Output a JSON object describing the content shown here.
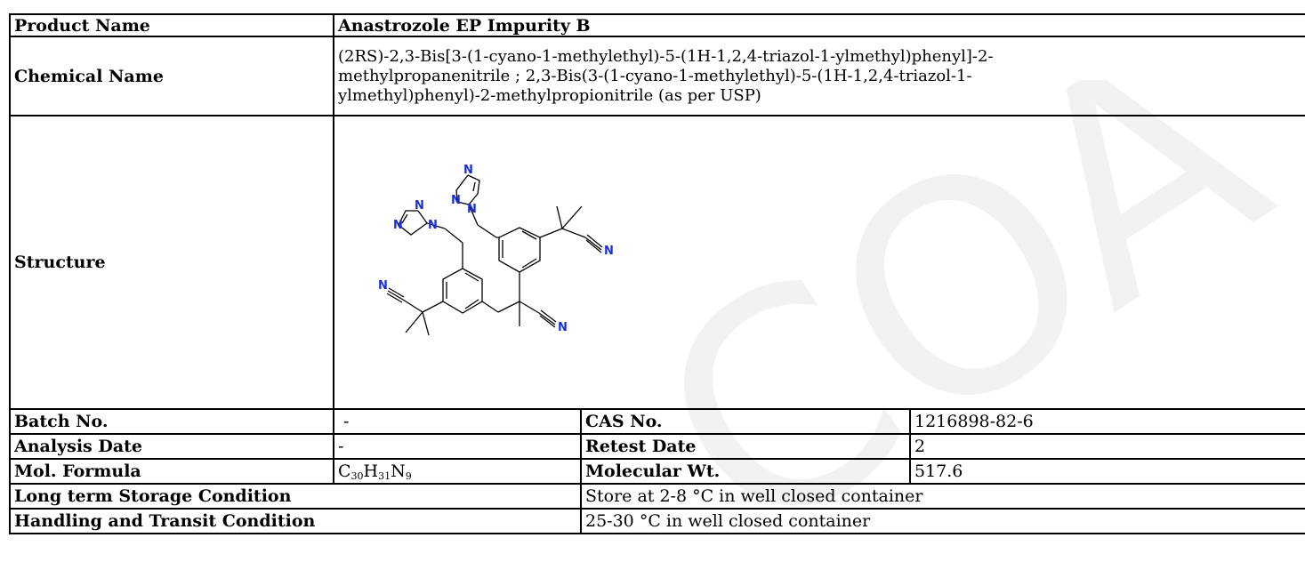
{
  "rows": {
    "product_name": {
      "label": "Product Name",
      "value": "Anastrozole EP Impurity B"
    },
    "chemical_name": {
      "label": "Chemical Name",
      "value": "(2RS)-2,3-Bis[3-(1-cyano-1-methylethyl)-5-(1H-1,2,4-triazol-1-ylmethyl)phenyl]-2-methylpropanenitrile ; 2,3-Bis(3-(1-cyano-1-methylethyl)-5-(1H-1,2,4-triazol-1-ylmethyl)phenyl)-2-methylpropionitrile (as per USP)"
    },
    "structure": {
      "label": "Structure",
      "atom_label": "N"
    },
    "batch_no": {
      "label": "Batch No.",
      "value": "-"
    },
    "cas_no": {
      "label": "CAS No.",
      "value": "1216898-82-6"
    },
    "analysis_date": {
      "label": "Analysis Date",
      "value": "-"
    },
    "retest_date": {
      "label": "Retest Date",
      "value": "2"
    },
    "mol_formula": {
      "label": "Mol. Formula",
      "element_c": "C",
      "count_c": "30",
      "element_h": "H",
      "count_h": "31",
      "element_n": "N",
      "count_n": "9"
    },
    "molecular_wt": {
      "label": "Molecular Wt.",
      "value": "517.6"
    },
    "storage": {
      "label": "Long term Storage Condition",
      "value": "Store at 2-8 °C in well closed container"
    },
    "handling": {
      "label": "Handling and Transit Condition",
      "value": "25-30 °C in well closed container"
    }
  },
  "watermark": {
    "text": "COA",
    "color": "#f2f2f2"
  },
  "colors": {
    "border": "#000000",
    "heteroatom": "#1a2fd6"
  }
}
